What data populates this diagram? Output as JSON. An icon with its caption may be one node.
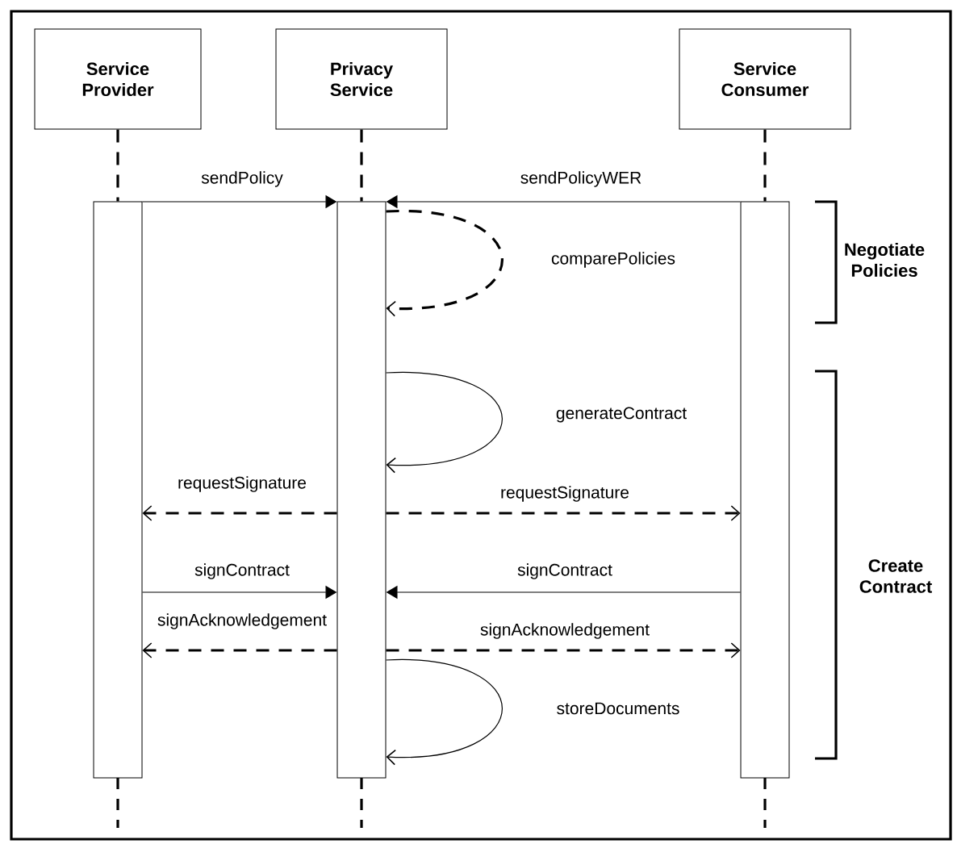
{
  "diagram": {
    "nodes": [
      {
        "text": [
          "Service Provider"
        ]
      },
      {
        "text": [
          "Privacy Service"
        ]
      },
      {
        "text": [
          "Service Consumer"
        ]
      },
      {
        "text": [],
        "shape": "bar"
      },
      {
        "text": [],
        "shape": "bar"
      },
      {
        "text": [],
        "shape": "bar"
      }
    ],
    "edges": [
      {
        "from": 0,
        "to": 3,
        "arrow": "none",
        "style": "dashed"
      },
      {
        "from": 1,
        "to": 4,
        "arrow": "none",
        "style": "dashed"
      },
      {
        "from": 2,
        "to": 5,
        "arrow": "none",
        "style": "dashed"
      },
      {
        "from": 3,
        "to": 4,
        "arrow": "to",
        "label": "sendPolicy"
      },
      {
        "from": 5,
        "to": 4,
        "arrow": "to",
        "label": "sendPolicyWER"
      },
      {
        "from": 4,
        "to": 4,
        "arrow": "to",
        "label": "comparePolicies",
        "style": "dashed"
      },
      {
        "from": 4,
        "to": 4,
        "arrow": "to",
        "label": "generateContract"
      },
      {
        "from": 4,
        "to": 3,
        "arrow": "to",
        "label": "requestSignature",
        "style": "dashed"
      },
      {
        "from": 4,
        "to": 5,
        "arrow": "to",
        "label": "requestSignature",
        "style": "dashed"
      },
      {
        "from": 3,
        "to": 4,
        "arrow": "to",
        "label": "signContract"
      },
      {
        "from": 5,
        "to": 4,
        "arrow": "to",
        "label": "signContract"
      },
      {
        "from": 4,
        "to": 3,
        "arrow": "to",
        "label": "signAcknowledgement",
        "style": "dashed"
      },
      {
        "from": 4,
        "to": 5,
        "arrow": "to",
        "label": "signAcknowledgement",
        "style": "dashed"
      },
      {
        "from": 4,
        "to": 4,
        "arrow": "to",
        "label": "storeDocuments"
      }
    ],
    "labels": [
      "Negotiate Policies",
      "Create Contract"
    ]
  }
}
